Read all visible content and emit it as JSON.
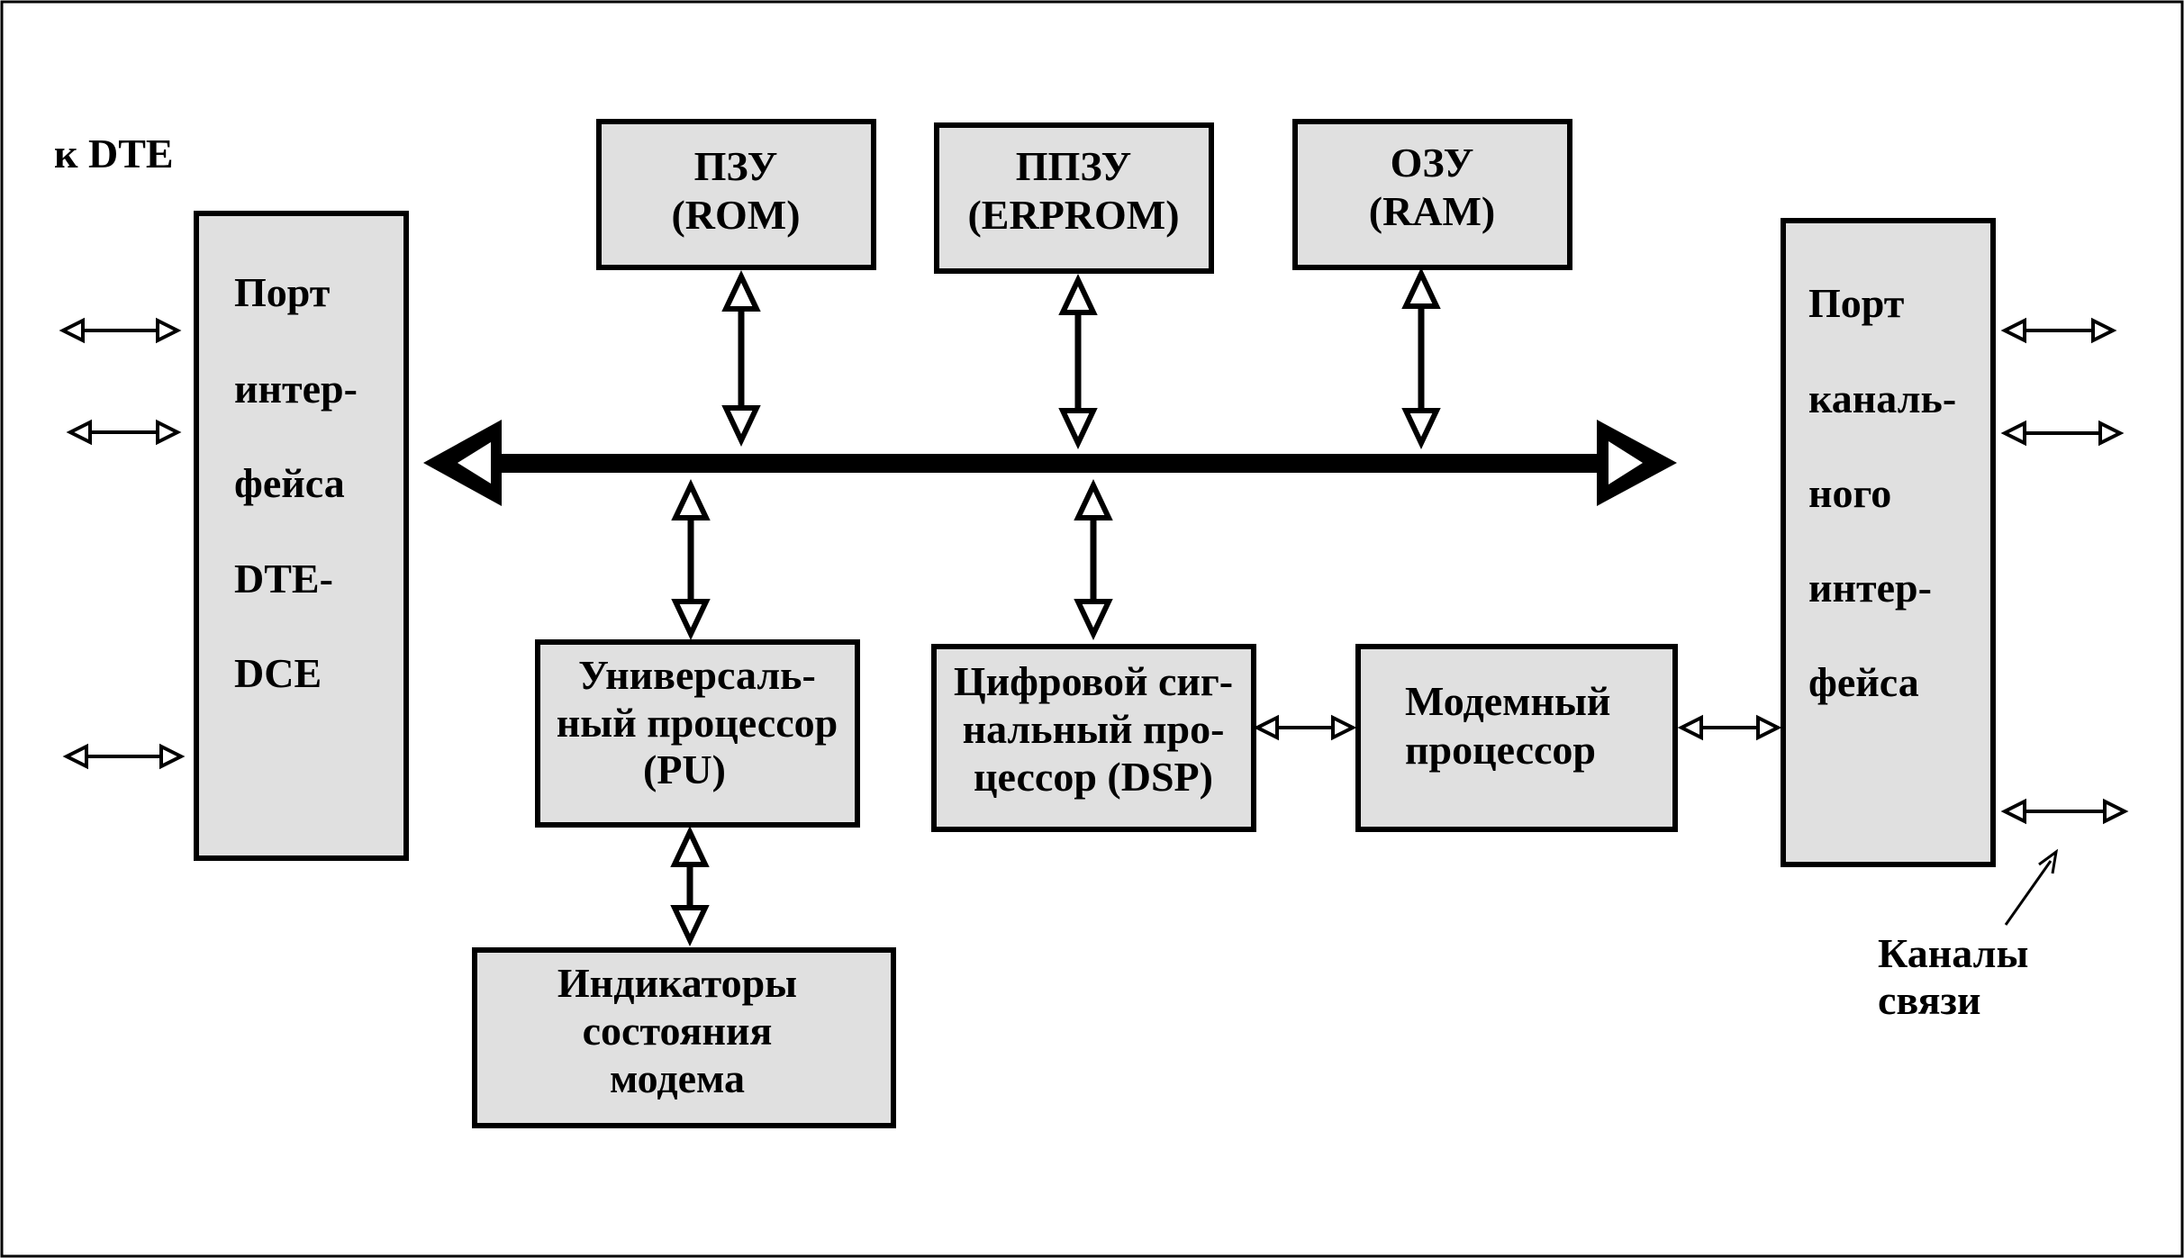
{
  "labels": {
    "to_dte": "к DTE",
    "channels": [
      "Каналы",
      "связи"
    ]
  },
  "blocks": {
    "dte_port": {
      "lines": [
        "Порт",
        "интер-",
        "фейса",
        "DTE-",
        "DCE"
      ]
    },
    "rom": {
      "lines": [
        "ПЗУ",
        "(ROM)"
      ]
    },
    "erprom": {
      "lines": [
        "ППЗУ",
        "(ERPROM)"
      ]
    },
    "ram": {
      "lines": [
        "ОЗУ",
        "(RAM)"
      ]
    },
    "pu": {
      "lines": [
        "Универсаль-",
        "ный процессор",
        "(PU)"
      ]
    },
    "dsp": {
      "lines": [
        "Цифровой сиг-",
        "нальный про-",
        "цессор (DSP)"
      ]
    },
    "modem_proc": {
      "lines": [
        "Модемный",
        "процессор"
      ]
    },
    "indicators": {
      "lines": [
        "Индикаторы",
        "состояния",
        "модема"
      ]
    },
    "channel_port": {
      "lines": [
        "Порт",
        "каналь-",
        "ного",
        "интер-",
        "фейса"
      ]
    }
  },
  "colors": {
    "block_fill": "#e0e0e0",
    "stroke": "#000000",
    "background": "#ffffff"
  }
}
